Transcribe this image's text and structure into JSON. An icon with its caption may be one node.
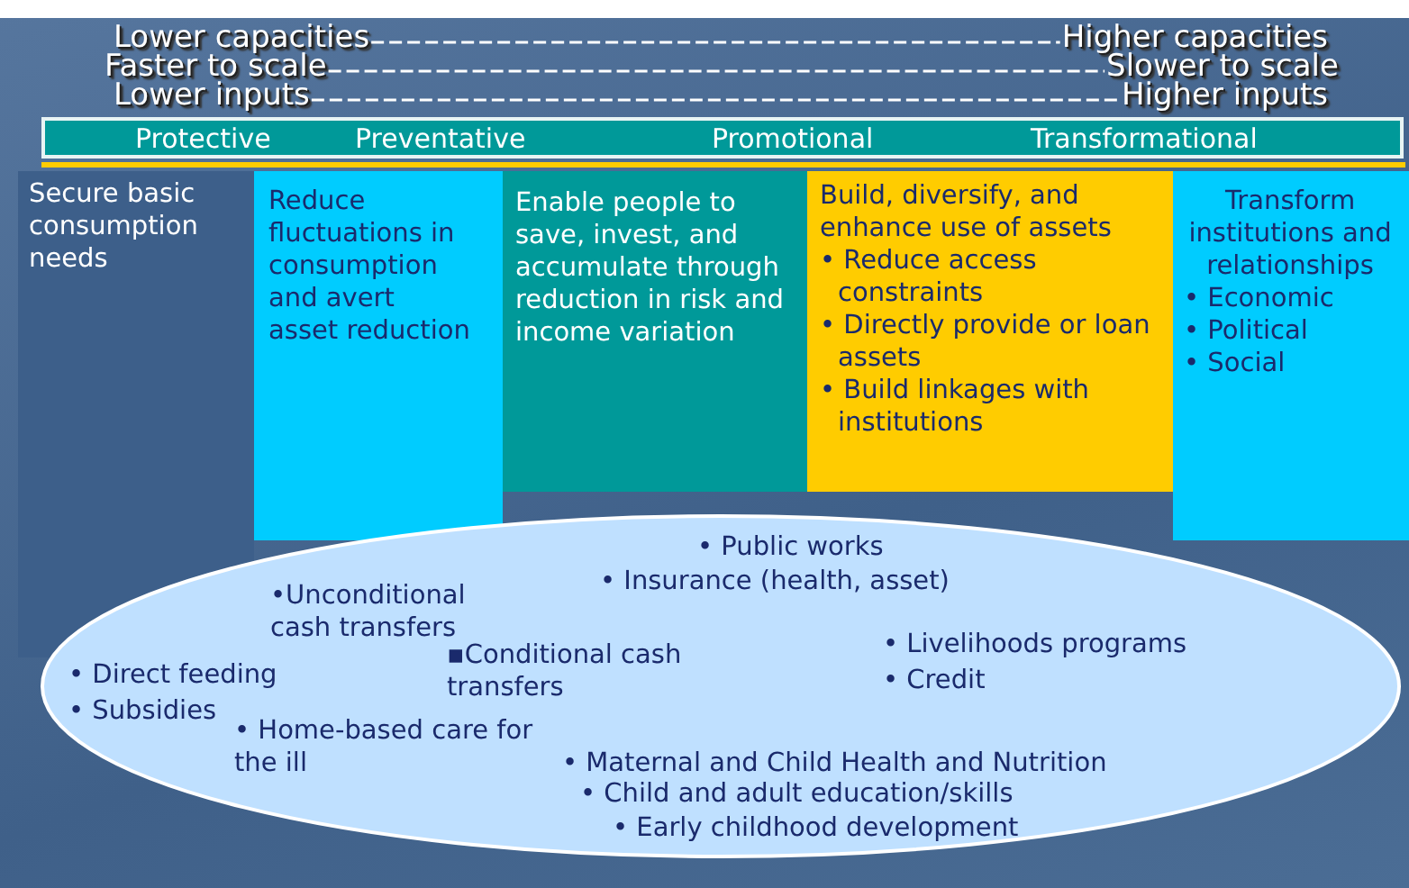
{
  "diagram": {
    "nodes": [
      {
        "text": [
          "Protective",
          "Preventative",
          "Promotional",
          "Transformational"
        ]
      },
      {
        "text": [
          "Secure basic consumption needs"
        ]
      },
      {
        "text": [
          "Reduce fluctuations in consumption and avert asset reduction"
        ]
      },
      {
        "text": [
          "Enable people to save, invest, and accumulate through reduction in risk and income variation"
        ]
      },
      {
        "text": [
          "Build, diversify, and enhance use of assets",
          "• Reduce access constraints",
          "• Directly provide or loan assets",
          "• Build linkages with institutions"
        ]
      },
      {
        "text": [
          "Transform institutions and relationships",
          "• Economic",
          "• Political",
          "• Social"
        ]
      },
      {
        "text": [
          "• Public works",
          "• Insurance (health, asset)",
          "•Unconditional cash transfers",
          "• Livelihoods programs",
          "▪Conditional cash transfers",
          "• Direct feeding",
          "• Credit",
          "• Subsidies",
          "• Home-based care for the ill",
          "• Maternal and Child Health and Nutrition",
          "• Child and adult education/skills",
          "• Early childhood development"
        ]
      }
    ],
    "labels": [
      "Lower capacities",
      "Higher capacities",
      "Faster to scale",
      "Slower to scale",
      "Lower inputs",
      "Higher inputs"
    ]
  }
}
